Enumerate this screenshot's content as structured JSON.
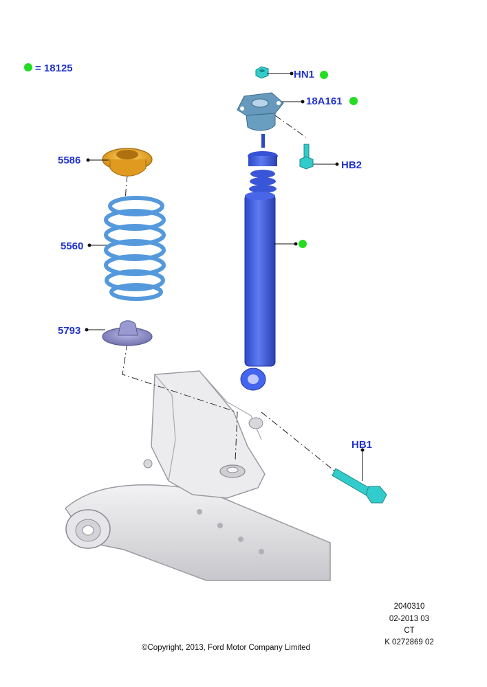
{
  "legend": {
    "marker_color": "#22dd22",
    "text": "= 18125"
  },
  "callouts": {
    "hn1": "HN1",
    "mount": "18A161",
    "hb2": "HB2",
    "seat_upper": "5586",
    "spring": "5560",
    "seat_lower": "5793",
    "hb1": "HB1"
  },
  "footer": {
    "code1": "2040310",
    "code2": "02-2013 03",
    "code3": "CT",
    "code4": "K 0272869 02",
    "copyright": "©Copyright, 2013, Ford Motor Company Limited"
  },
  "colors": {
    "label": "#2233cc",
    "marker": "#22dd22",
    "shock": "#4466ee",
    "spring": "#5599dd",
    "upper_seat": "#e8a020",
    "lower_seat": "#8888cc",
    "fastener": "#33cccc",
    "axle": "#e4e4e8"
  }
}
